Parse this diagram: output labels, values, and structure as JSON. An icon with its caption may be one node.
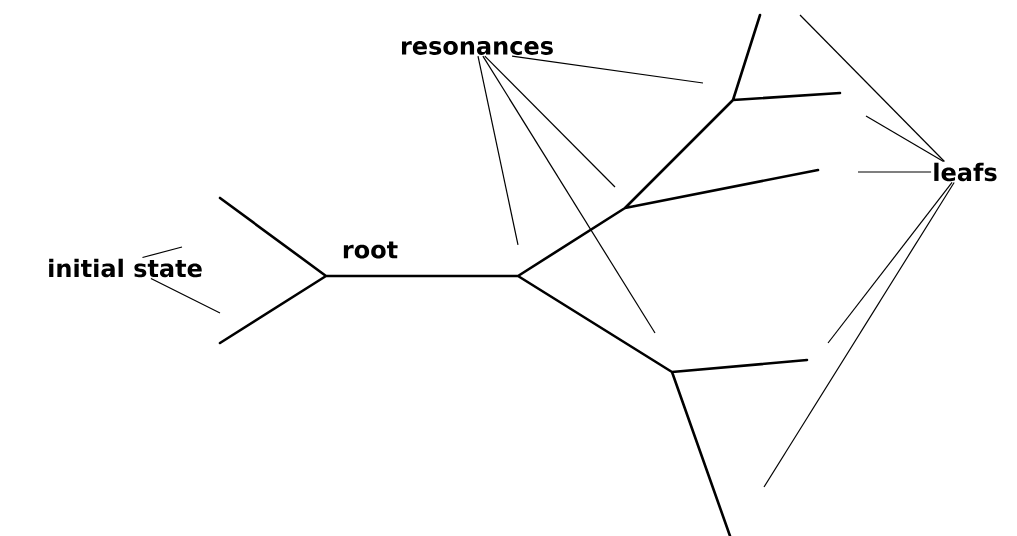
{
  "diagram": {
    "nodes": [
      {
        "text": [
          "initial state"
        ]
      },
      {
        "text": [
          "root"
        ]
      },
      {
        "text": [
          "resonances"
        ]
      },
      {
        "text": [
          "leafs"
        ]
      }
    ],
    "edges": [
      {
        "from": 0,
        "to": null,
        "arrow": "none"
      },
      {
        "from": 0,
        "to": null,
        "arrow": "none"
      },
      {
        "from": 2,
        "to": null,
        "arrow": "none"
      },
      {
        "from": 2,
        "to": null,
        "arrow": "none"
      },
      {
        "from": 2,
        "to": null,
        "arrow": "none"
      },
      {
        "from": 2,
        "to": null,
        "arrow": "none"
      },
      {
        "from": 3,
        "to": null,
        "arrow": "none"
      },
      {
        "from": 3,
        "to": null,
        "arrow": "none"
      },
      {
        "from": 3,
        "to": null,
        "arrow": "none"
      },
      {
        "from": 3,
        "to": null,
        "arrow": "none"
      },
      {
        "from": 3,
        "to": null,
        "arrow": "none"
      }
    ]
  }
}
